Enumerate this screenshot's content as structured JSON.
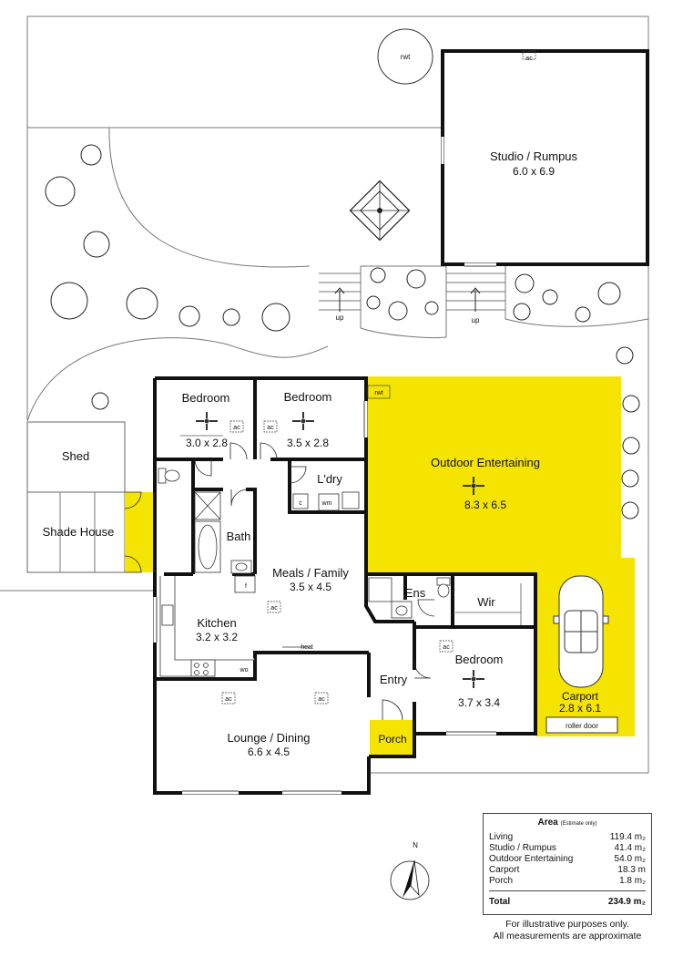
{
  "rooms": {
    "studio": {
      "name": "Studio / Rumpus",
      "dim": "6.0 x 6.9"
    },
    "bedroom1": {
      "name": "Bedroom",
      "dim": "3.0 x 2.8"
    },
    "bedroom2": {
      "name": "Bedroom",
      "dim": "3.5 x 2.8"
    },
    "outdoor": {
      "name": "Outdoor Entertaining",
      "dim": "8.3 x 6.5"
    },
    "shed": {
      "name": "Shed"
    },
    "shade_house": {
      "name": "Shade House"
    },
    "laundry": {
      "name": "L'dry"
    },
    "bath": {
      "name": "Bath"
    },
    "meals": {
      "name": "Meals / Family",
      "dim": "3.5 x 4.5"
    },
    "kitchen": {
      "name": "Kitchen",
      "dim": "3.2 x 3.2"
    },
    "ensuite": {
      "name": "Ens"
    },
    "wir": {
      "name": "Wir"
    },
    "bedroom3": {
      "name": "Bedroom",
      "dim": "3.7 x 3.4"
    },
    "entry": {
      "name": "Entry"
    },
    "carport": {
      "name": "Carport",
      "dim": "2.8 x 6.1"
    },
    "porch": {
      "name": "Porch"
    },
    "lounge": {
      "name": "Lounge / Dining",
      "dim": "6.6 x 4.5"
    }
  },
  "fixtures": {
    "rwt": "rwt",
    "ac": "ac",
    "up": "up",
    "wm": "wm",
    "c": "c",
    "f": "f",
    "wo": "wo",
    "heat": "heat",
    "roller_door": "roller door"
  },
  "compass": {
    "north": "N"
  },
  "area": {
    "title": "Area",
    "note": "(Estimate only)",
    "rows": [
      {
        "label": "Living",
        "value": "119.4 m₂"
      },
      {
        "label": "Studio / Rumpus",
        "value": "41.4 m₂"
      },
      {
        "label": "Outdoor Entertaining",
        "value": "54.0 m₂"
      },
      {
        "label": "Carport",
        "value": "18.3 m"
      },
      {
        "label": "Porch",
        "value": "1.8 m₂"
      }
    ],
    "total_label": "Total",
    "total_value": "234.9 m₂"
  },
  "disclaimer": {
    "line1": "For illustrative purposes only.",
    "line2": "All measurements are approximate"
  },
  "colors": {
    "highlight": "#f5e300",
    "wall": "#111111",
    "boundary": "#777777"
  }
}
